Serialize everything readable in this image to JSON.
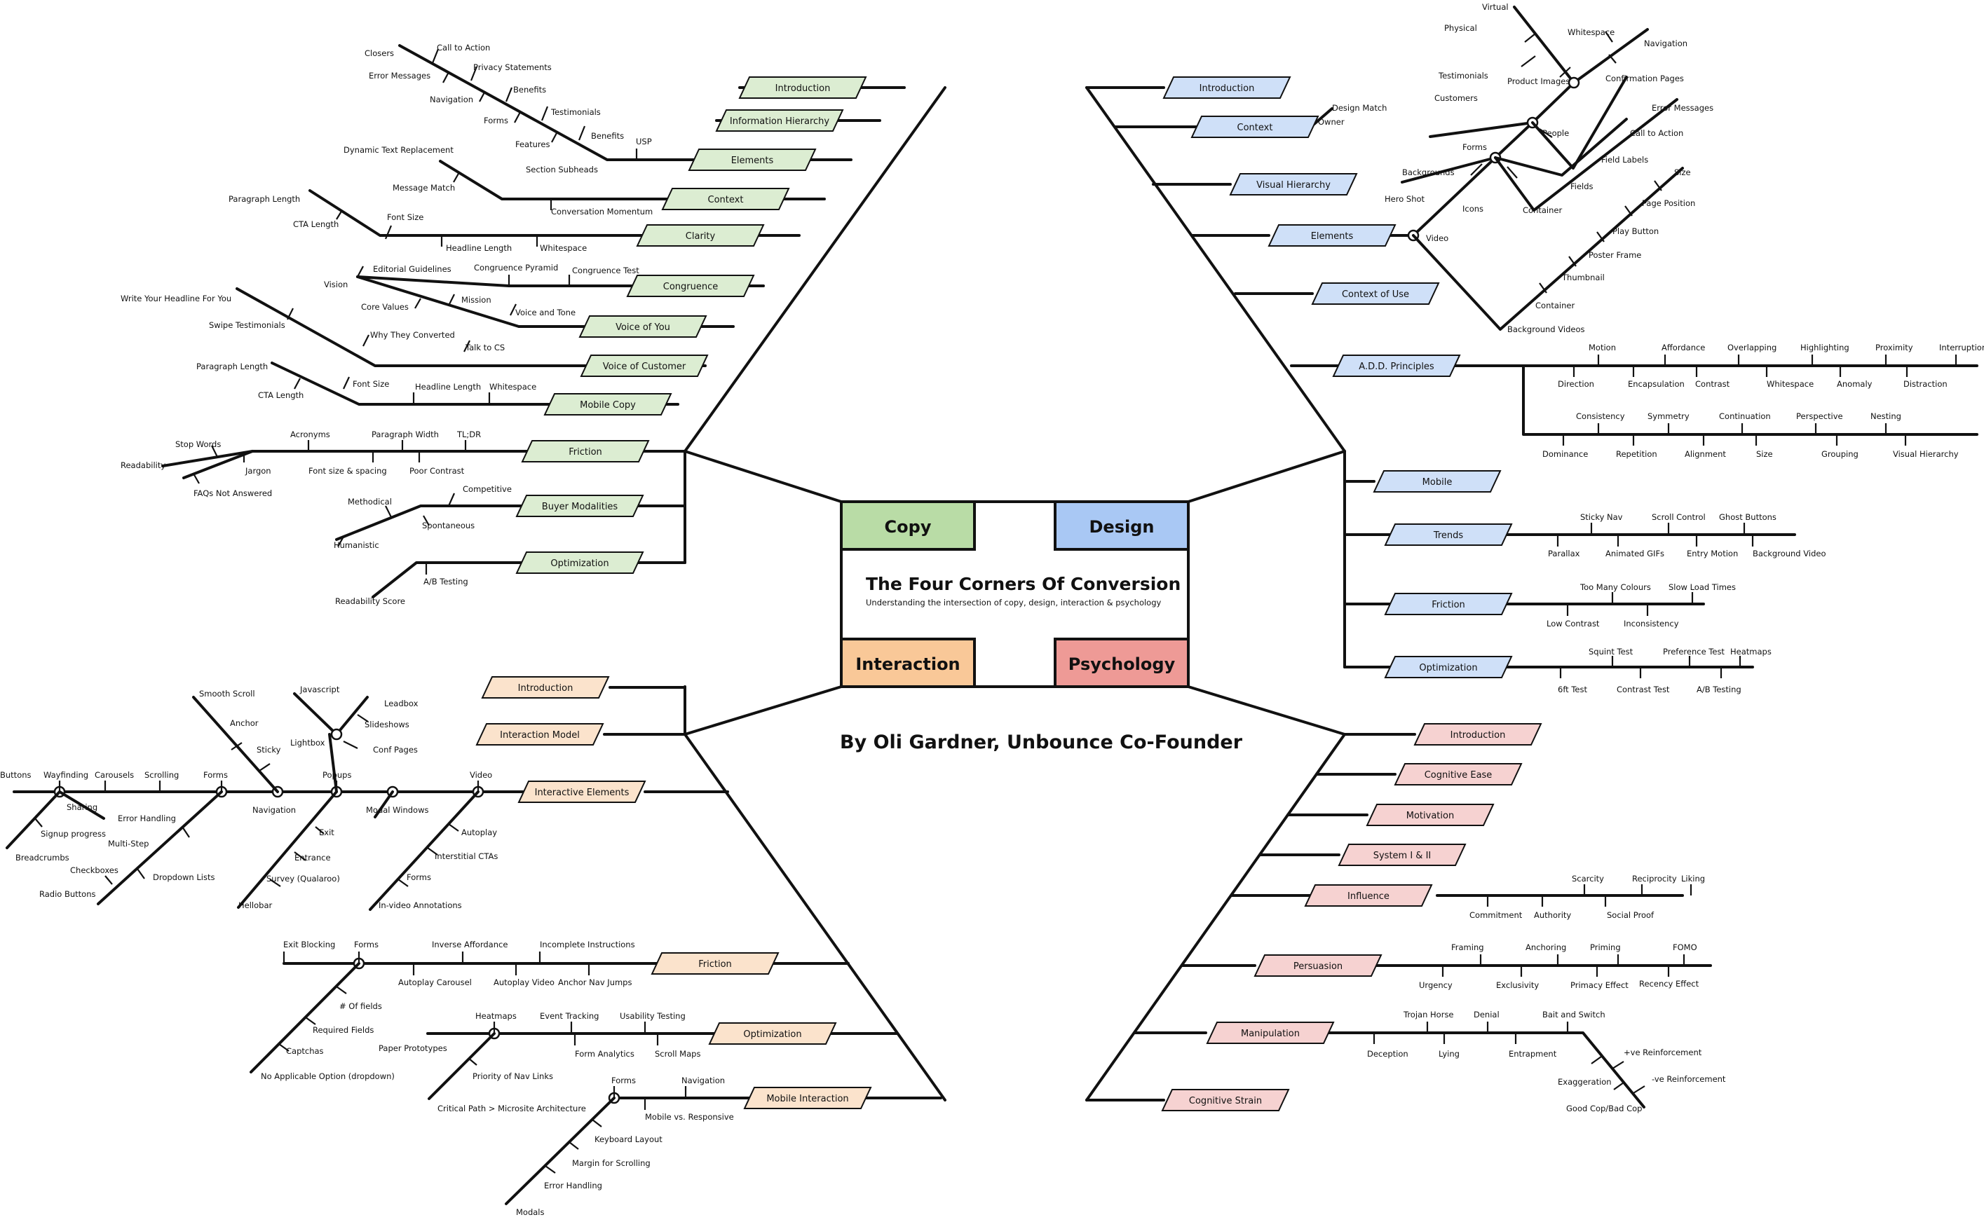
{
  "title": "The Four Corners Of Conversion",
  "subtitle": "Understanding the intersection of copy, design, interaction & psychology",
  "author": "By Oli Gardner, Unbounce Co-Founder",
  "quadrants": {
    "copy": "Copy",
    "design": "Design",
    "interaction": "Interaction",
    "psychology": "Psychology"
  },
  "colors": {
    "copy": "#b9dca6",
    "design": "#a9c8f4",
    "interaction": "#f9c898",
    "psychology": "#ee9a96",
    "copy_tag": "#dcedd2",
    "design_tag": "#cfe0f8",
    "interaction_tag": "#fbe3cc",
    "psychology_tag": "#f6d2d1"
  },
  "copy": {
    "tags": [
      "Introduction",
      "Information Hierarchy",
      "Elements",
      "Context",
      "Clarity",
      "Congruence",
      "Voice of You",
      "Voice of Customer",
      "Mobile Copy",
      "Friction",
      "Buyer Modalities",
      "Optimization"
    ],
    "elements": [
      "Closers",
      "Call to Action",
      "Privacy Statements",
      "Error Messages",
      "Benefits",
      "Navigation",
      "Testimonials",
      "Forms",
      "Benefits",
      "Features",
      "USP",
      "Section Subheads"
    ],
    "context": [
      "Dynamic Text Replacement",
      "Message Match",
      "Conversation Momentum"
    ],
    "clarity": [
      "Paragraph Length",
      "Font Size",
      "CTA Length",
      "Headline Length",
      "Whitespace"
    ],
    "congruence": [
      "Editorial Guidelines",
      "Congruence Pyramid",
      "Congruence Test",
      "Vision",
      "Mission",
      "Core Values",
      "Voice and Tone"
    ],
    "voice": [
      "Write Your Headline For You",
      "Swipe Testimonials",
      "Why They Converted",
      "Talk to CS"
    ],
    "mobile": [
      "Paragraph Length",
      "Font Size",
      "Headline Length",
      "Whitespace",
      "CTA Length"
    ],
    "friction": [
      "Stop Words",
      "Acronyms",
      "Paragraph Width",
      "TL;DR",
      "Readability",
      "Jargon",
      "Font size & spacing",
      "Poor Contrast",
      "FAQs Not Answered"
    ],
    "buyer": [
      "Competitive",
      "Methodical",
      "Spontaneous",
      "Humanistic"
    ],
    "optimization": [
      "A/B Testing",
      "Readability Score"
    ]
  },
  "design": {
    "tags": [
      "Introduction",
      "Context",
      "Visual Hierarchy",
      "Elements",
      "Context of Use",
      "A.D.D. Principles",
      "Mobile",
      "Trends",
      "Friction",
      "Optimization"
    ],
    "context": [
      "Design Match",
      "Owner"
    ],
    "elements_top": [
      "Virtual",
      "Physical",
      "Whitespace",
      "Navigation",
      "Testimonials",
      "Product Images",
      "Confirmation Pages",
      "Customers",
      "People",
      "Error Messages",
      "Forms",
      "Call to Action",
      "Field Labels",
      "Backgrounds",
      "Fields",
      "Hero Shot",
      "Icons",
      "Container",
      "Size"
    ],
    "video": [
      "Video",
      "Page Position",
      "Play Button",
      "Poster Frame",
      "Thumbnail",
      "Container",
      "Background Videos"
    ],
    "add_top": [
      "Motion",
      "Affordance",
      "Overlapping",
      "Highlighting",
      "Proximity",
      "Interruption"
    ],
    "add_mid": [
      "Direction",
      "Encapsulation",
      "Contrast",
      "Whitespace",
      "Anomaly",
      "Distraction"
    ],
    "add_top2": [
      "Consistency",
      "Symmetry",
      "Continuation",
      "Perspective",
      "Nesting"
    ],
    "add_bot": [
      "Dominance",
      "Repetition",
      "Alignment",
      "Size",
      "Grouping",
      "Visual Hierarchy"
    ],
    "trends": [
      "Sticky Nav",
      "Scroll Control",
      "Ghost Buttons",
      "Parallax",
      "Animated GIFs",
      "Entry Motion",
      "Background Video"
    ],
    "friction": [
      "Too Many Colours",
      "Slow Load Times",
      "Low Contrast",
      "Inconsistency"
    ],
    "optimization": [
      "Squint Test",
      "Preference Test",
      "Heatmaps",
      "6ft Test",
      "Contrast Test",
      "A/B Testing"
    ]
  },
  "interaction": {
    "tags": [
      "Introduction",
      "Interaction Model",
      "Interactive Elements",
      "Friction",
      "Optimization",
      "Mobile Interaction"
    ],
    "elements": [
      "Buttons",
      "Wayfinding",
      "Carousels",
      "Scrolling",
      "Forms",
      "Sharing",
      "Signup progress",
      "Breadcrumbs",
      "Error Handling",
      "Multi-Step",
      "Checkboxes",
      "Dropdown Lists",
      "Radio Buttons",
      "Smooth Scroll",
      "Anchor",
      "Sticky",
      "Navigation",
      "Javascript",
      "Lightbox",
      "Leadbox",
      "Slideshows",
      "Conf Pages",
      "Popups",
      "Exit",
      "Entrance",
      "Survey (Qualaroo)",
      "Hellobar",
      "Modal Windows",
      "Video",
      "Autoplay",
      "Interstitial CTAs",
      "Forms",
      "In-video Annotations"
    ],
    "friction": [
      "Exit Blocking",
      "Forms",
      "Inverse Affordance",
      "Incomplete Instructions",
      "Autoplay Carousel",
      "Autoplay Video",
      "Anchor Nav Jumps",
      "# Of fields",
      "Required Fields",
      "Captchas",
      "No Applicable Option (dropdown)"
    ],
    "optimization": [
      "Heatmaps",
      "Event Tracking",
      "Usability Testing",
      "Paper Prototypes",
      "Form Analytics",
      "Scroll Maps",
      "Priority of Nav Links",
      "Critical Path > Microsite Architecture"
    ],
    "mobile": [
      "Forms",
      "Navigation",
      "Mobile vs. Responsive",
      "Keyboard Layout",
      "Margin for Scrolling",
      "Error Handling",
      "Modals"
    ]
  },
  "psychology": {
    "tags": [
      "Introduction",
      "Cognitive Ease",
      "Motivation",
      "System I & II",
      "Influence",
      "Persuasion",
      "Manipulation",
      "Cognitive Strain"
    ],
    "influence": [
      "Scarcity",
      "Reciprocity",
      "Liking",
      "Commitment",
      "Authority",
      "Social Proof"
    ],
    "persuasion": [
      "Framing",
      "Anchoring",
      "Priming",
      "FOMO",
      "Urgency",
      "Exclusivity",
      "Primacy Effect",
      "Recency Effect"
    ],
    "manipulation": [
      "Trojan Horse",
      "Denial",
      "Bait and Switch",
      "+ve Reinforcement",
      "Deception",
      "Lying",
      "Entrapment",
      "Exaggeration",
      "-ve Reinforcement",
      "Good Cop/Bad Cop"
    ]
  }
}
